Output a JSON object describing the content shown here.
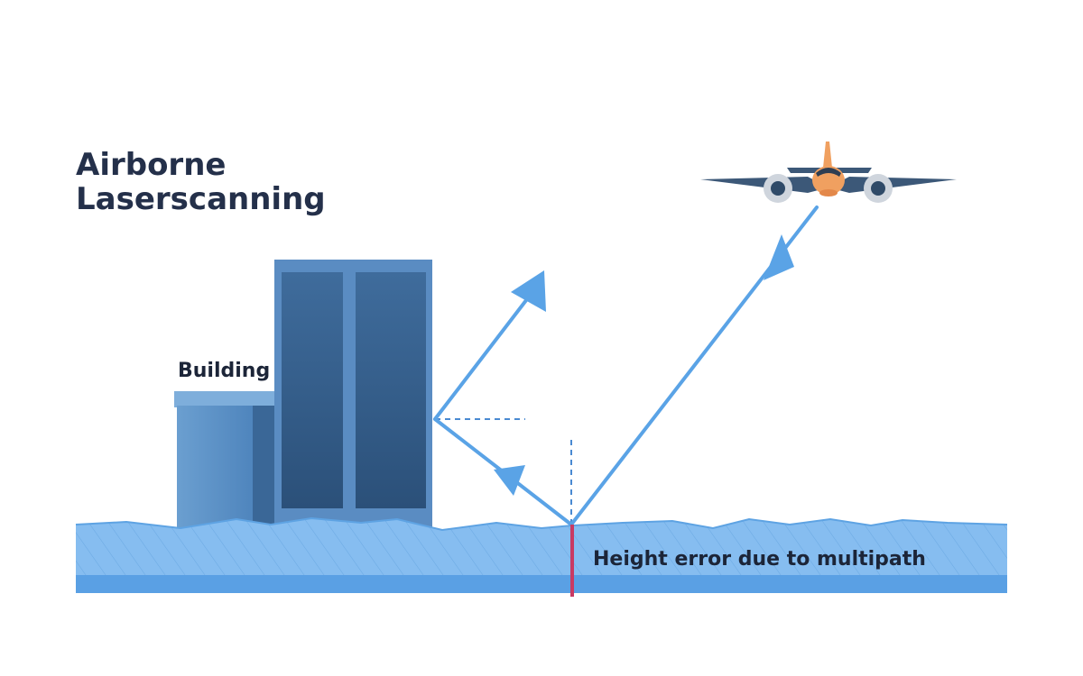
{
  "title": {
    "line1": "Airborne",
    "line2": "Laserscanning"
  },
  "labels": {
    "building": "Building",
    "height_error": "Height error due to multipath"
  },
  "colors": {
    "title": "#24304a",
    "ray": "#5aa3e6",
    "ground": "#7fb9ee",
    "ground_dark": "#4f98de",
    "building_light": "#6a9fcf",
    "building_dark": "#2f5c8c",
    "error_marker": "#c93a63",
    "plane_body": "#f0a060",
    "plane_wing": "#3c5878"
  },
  "icons": [
    "airplane-icon",
    "building-icon"
  ]
}
